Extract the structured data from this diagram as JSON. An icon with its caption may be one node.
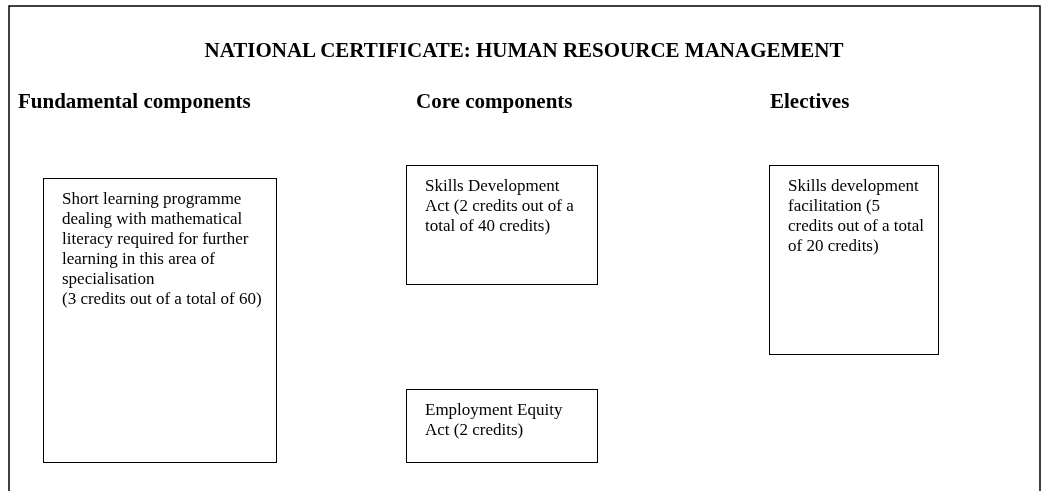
{
  "diagram": {
    "title": "NATIONAL CERTIFICATE: HUMAN RESOURCE MANAGEMENT",
    "nodes": [
      {
        "text": [
          "Short learning programme dealing with mathematical literacy required for further learning in this area of specialisation",
          "(3 credits out of a total of 60)"
        ]
      },
      {
        "text": [
          "Skills Development Act (2 credits out of a total of 40 credits)"
        ]
      },
      {
        "text": [
          "Employment Equity Act (2 credits)"
        ]
      },
      {
        "text": [
          "Skills development facilitation (5 credits out of a total of 20 credits)"
        ]
      }
    ],
    "edges": [],
    "labels": [
      "Fundamental components",
      "Core components",
      "Electives"
    ]
  }
}
